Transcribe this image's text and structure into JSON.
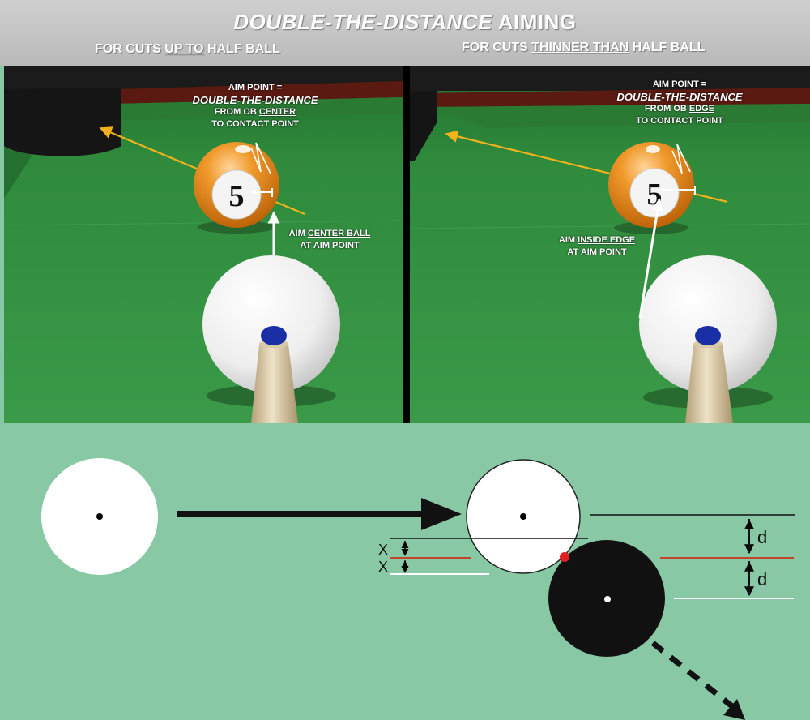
{
  "header": {
    "title_em": "DOUBLE-THE-DISTANCE",
    "title_rest": " AIMING",
    "left_pre": "FOR CUTS ",
    "left_u": "UP TO",
    "left_post": " HALF BALL",
    "right_pre": "FOR CUTS ",
    "right_u": "THINNER THAN",
    "right_post": " HALF BALL"
  },
  "left_panel": {
    "aim_line1": "AIM POINT =",
    "aim_line2": "DOUBLE-THE-DISTANCE",
    "aim_line3_pre": "FROM OB ",
    "aim_line3_u": "CENTER",
    "aim_line4": "TO CONTACT POINT",
    "cue_pre": "AIM ",
    "cue_u": "CENTER BALL",
    "cue_line2": "AT AIM POINT",
    "ball_number": "5"
  },
  "right_panel": {
    "aim_line1": "AIM POINT =",
    "aim_line2": "DOUBLE-THE-DISTANCE",
    "aim_line3_pre": "FROM OB ",
    "aim_line3_u": "EDGE",
    "aim_line4": "TO CONTACT POINT",
    "cue_pre": "AIM ",
    "cue_u": "INSIDE EDGE",
    "cue_line2": "AT AIM POINT",
    "ball_number": "5"
  },
  "diagram": {
    "label_x_upper": "X",
    "label_x_lower": "X",
    "label_d_upper": "d",
    "label_d_lower": "d"
  },
  "colors": {
    "felt": "#2f8a3c",
    "diagram_bg": "#88c8a4",
    "object_ball": "#e8861a",
    "aim_line": "#f2b21c",
    "contact_point": "#e02020"
  }
}
